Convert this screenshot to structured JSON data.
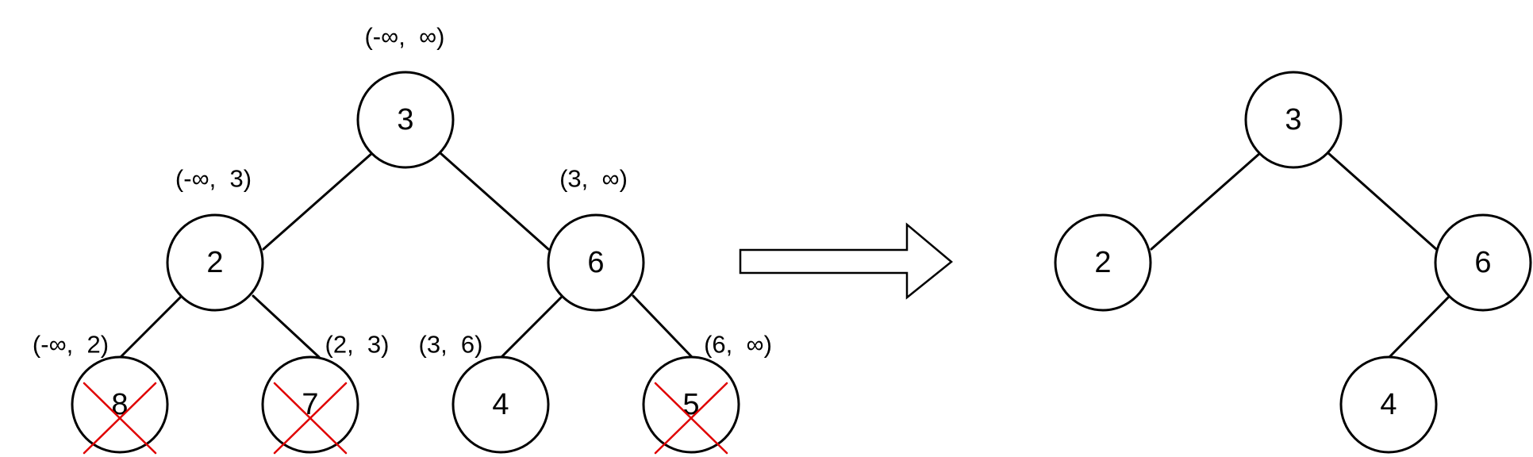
{
  "left_tree": {
    "nodes": [
      {
        "id": "n3",
        "label": "3",
        "range": "(-∞,  ∞)"
      },
      {
        "id": "n2",
        "label": "2",
        "range": "(-∞,  3)"
      },
      {
        "id": "n6",
        "label": "6",
        "range": "(3,  ∞)"
      },
      {
        "id": "n8",
        "label": "8",
        "range": "(-∞,  2)",
        "removed": true
      },
      {
        "id": "n7",
        "label": "7",
        "range": "(2,  3)",
        "removed": true
      },
      {
        "id": "n4",
        "label": "4",
        "range": "(3,  6)"
      },
      {
        "id": "n5",
        "label": "5",
        "range": "(6,  ∞)",
        "removed": true
      }
    ],
    "edges": [
      [
        "n3",
        "n2"
      ],
      [
        "n3",
        "n6"
      ],
      [
        "n2",
        "n8"
      ],
      [
        "n2",
        "n7"
      ],
      [
        "n6",
        "n4"
      ],
      [
        "n6",
        "n5"
      ]
    ],
    "cross_color": "#e00000"
  },
  "right_tree": {
    "nodes": [
      {
        "id": "r3",
        "label": "3"
      },
      {
        "id": "r2",
        "label": "2"
      },
      {
        "id": "r6",
        "label": "6"
      },
      {
        "id": "r4",
        "label": "4"
      }
    ],
    "edges": [
      [
        "r3",
        "r2"
      ],
      [
        "r3",
        "r6"
      ],
      [
        "r6",
        "r4"
      ]
    ]
  }
}
